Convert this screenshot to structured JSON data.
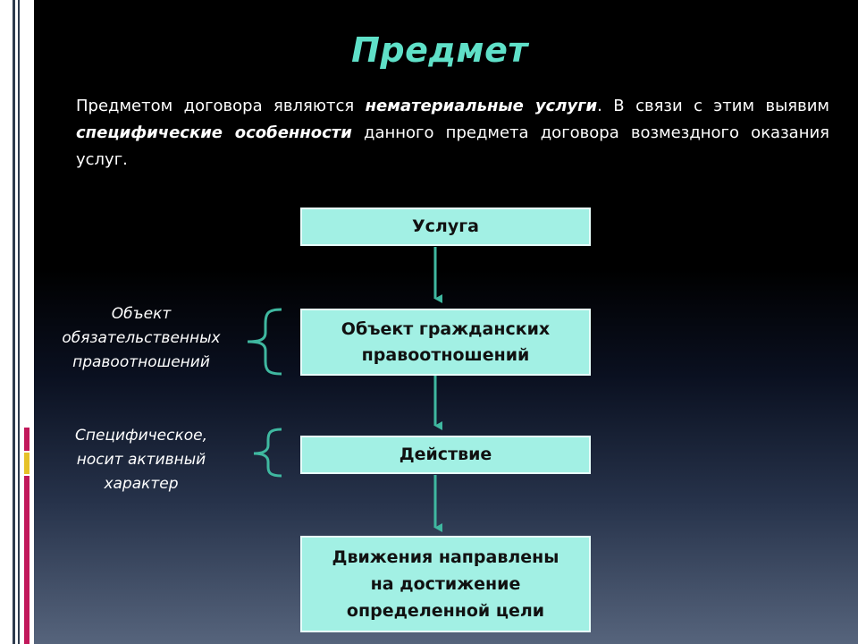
{
  "title": "Предмет",
  "intro": {
    "part1": "Предметом договора являются ",
    "emph1": "нематериальные услуги",
    "part2": ". В связи с этим выявим ",
    "emph2": "специфические особенности",
    "part3": " данного предмета договора возмездного оказания услуг."
  },
  "boxes": {
    "box1": "Услуга",
    "box2_line1": "Объект гражданских",
    "box2_line2": "правоотношений",
    "box3": "Действие",
    "box4_line1": "Движения направлены",
    "box4_line2": "на достижение",
    "box4_line2b": "определенной цели"
  },
  "side_notes": {
    "note1_line1": "Объект",
    "note1_line2": "обязательственных",
    "note1_line3": "правоотношений",
    "note2_line1": "Специфическое,",
    "note2_line2": "носит активный",
    "note2_line3": "характер"
  },
  "colors": {
    "accent": "#5fe0c8",
    "box_fill": "#a2f0e4",
    "connector": "#3fb8a0",
    "deco_magenta": "#c2185b",
    "deco_yellow": "#e6c229"
  }
}
